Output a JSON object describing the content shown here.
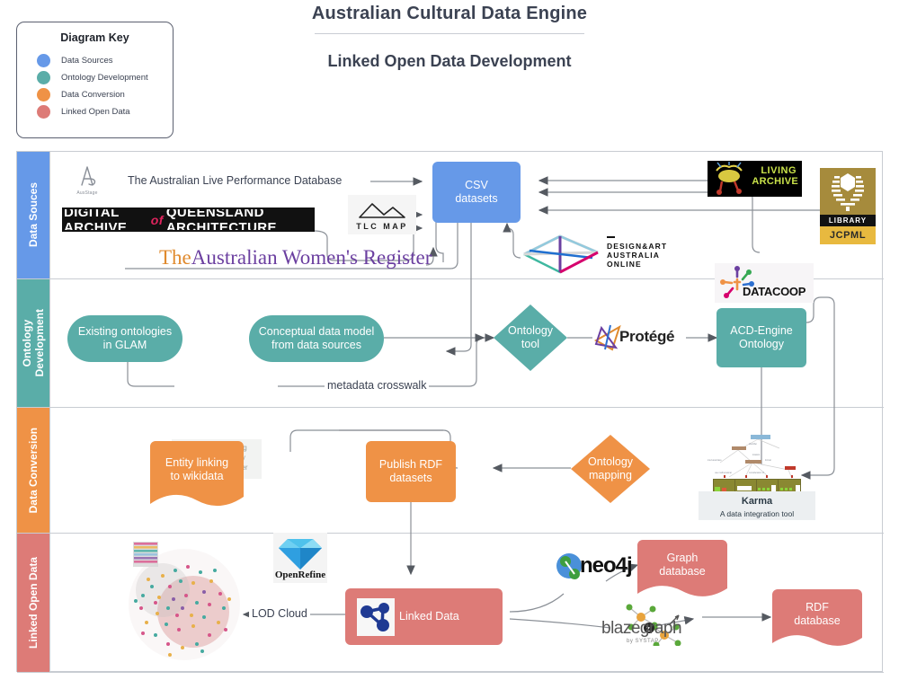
{
  "header": {
    "title": "Australian Cultural Data Engine",
    "subtitle": "Linked Open Data Development"
  },
  "legend": {
    "title": "Diagram Key",
    "items": [
      {
        "label": "Data Sources",
        "color": "#6699e8"
      },
      {
        "label": "Ontology Development",
        "color": "#5aada8"
      },
      {
        "label": "Data Conversion",
        "color": "#ef9246"
      },
      {
        "label": "Linked Open Data",
        "color": "#dd7b77"
      }
    ]
  },
  "lanes": [
    {
      "id": "data-sources",
      "label": "Data Souces",
      "color": "#6699e8"
    },
    {
      "id": "ontology-development",
      "label": "Ontology\nDevelopment",
      "color": "#5aada8"
    },
    {
      "id": "data-conversion",
      "label": "Data Conversion",
      "color": "#ef9246"
    },
    {
      "id": "linked-open-data",
      "label": "Linked Open Data",
      "color": "#dd7b77"
    }
  ],
  "nodes": {
    "csv_datasets": "CSV\ndatasets",
    "existing_ontologies": "Existing ontologies\nin GLAM",
    "conceptual_model": "Conceptual data model\nfrom data sources",
    "ontology_tool": "Ontology\ntool",
    "acd_engine_ontology": "ACD-Engine\nOntology",
    "entity_linking": "Entity linking\nto wikidata",
    "publish_rdf": "Publish RDF\ndatasets",
    "ontology_mapping": "Ontology\nmapping",
    "linked_data": "Linked Data",
    "graph_database": "Graph\ndatabase",
    "rdf_database": "RDF\ndatabase"
  },
  "edge_labels": {
    "live_performance_db": "The Australian Live Performance Database",
    "metadata_crosswalk": "metadata crosswalk",
    "lod_cloud": "LOD Cloud"
  },
  "logos": {
    "ausstage": "AusStage",
    "daqa_1": "DIGITAL ARCHIVE",
    "daqa_of": "of",
    "daqa_2": "QUEENSLAND ARCHITECTURE",
    "awr_the": "The",
    "awr_rest": "Australian Women's Register",
    "tlc_map": "TLC MAP",
    "living_archive_1": "LIVING",
    "living_archive_2": "ARCHIVE",
    "jcpml_library": "LIBRARY",
    "jcpml_name": "JCPML",
    "daao": "DESIGN&ART\nAUSTRALIA\nONLINE",
    "datacoop": "DATACOOP",
    "mmm_l1": "Mapping",
    "mmm_l2": "Memory",
    "mmm_l3": "Manager",
    "mmm_mark": "3m",
    "protege": "Protégé",
    "openrefine": "OpenRefine",
    "karma_name": "Karma",
    "karma_sub": "A data integration tool",
    "neo4j": "neo4j",
    "blazegraph": "blazegraph",
    "blazegraph_sub": "by SYSTAP"
  },
  "colors": {
    "blue": "#6699e8",
    "teal": "#5aada8",
    "orange": "#ef9246",
    "red": "#dd7b77",
    "line": "#7a7f87",
    "frame": "#c8ccd2",
    "text": "#3b4252"
  }
}
